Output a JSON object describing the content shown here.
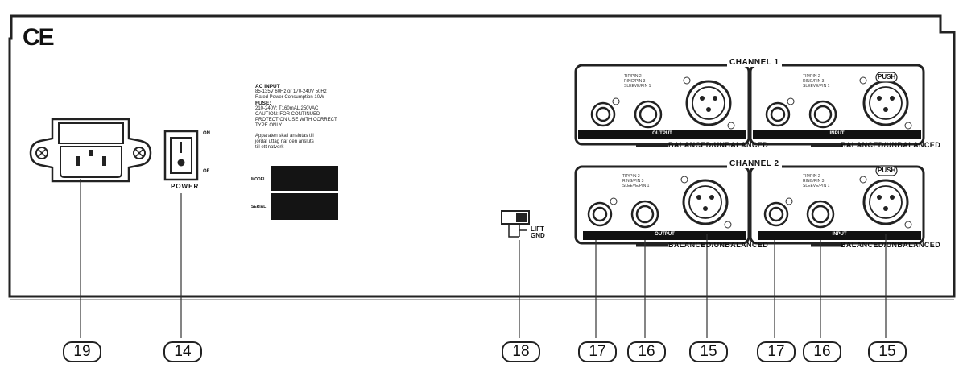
{
  "panel": {
    "ce_mark": "CE"
  },
  "power_switch": {
    "label": "POWER",
    "on_label": "ON",
    "off_label": "OF"
  },
  "ac_info": {
    "title": "AC INPUT",
    "line1": "85-135V 60Hz or 170-240V 50Hz",
    "line2": "Rated Power Consumption 10W",
    "fuse_title": "FUSE:",
    "fuse1": "210-240V: T160mAL 250VAC",
    "fuse2": "CAUTION: FOR CONTINUED",
    "fuse3": "PROTECTION USE WITH CORRECT",
    "fuse4": "TYPE ONLY",
    "warn1": "Apparaten skall anslutas till",
    "warn2": "jordat uttag nar den ansluts",
    "warn3": "till ett natverk"
  },
  "plates": {
    "model_label": "MODEL",
    "serial_label": "SERIAL"
  },
  "ground": {
    "lift_label": "LIFT",
    "gnd_label": "GND"
  },
  "channels": [
    {
      "title": "CHANNEL 1",
      "output": {
        "label": "OUTPUT",
        "balance_label": "BALANCED/UNBALANCED",
        "pins": [
          "TIP/PIN 2",
          "RING/PIN 3",
          "SLEEVE/PIN 1"
        ]
      },
      "input": {
        "label": "INPUT",
        "balance_label": "BALANCED/UNBALANCED",
        "push_label": "PUSH",
        "pins": [
          "TIP/PIN 2",
          "RING/PIN 3",
          "SLEEVE/PIN 1"
        ]
      }
    },
    {
      "title": "CHANNEL 2",
      "output": {
        "label": "OUTPUT",
        "balance_label": "BALANCED/UNBALANCED",
        "pins": [
          "TIP/PIN 2",
          "RING/PIN 3",
          "SLEEVE/PIN 1"
        ]
      },
      "input": {
        "label": "INPUT",
        "balance_label": "BALANCED/UNBALANCED",
        "push_label": "PUSH",
        "pins": [
          "TIP/PIN 2",
          "RING/PIN 3",
          "SLEEVE/PIN 1"
        ]
      }
    }
  ],
  "callouts": [
    "19",
    "14",
    "18",
    "17",
    "16",
    "15",
    "17",
    "16",
    "15"
  ]
}
